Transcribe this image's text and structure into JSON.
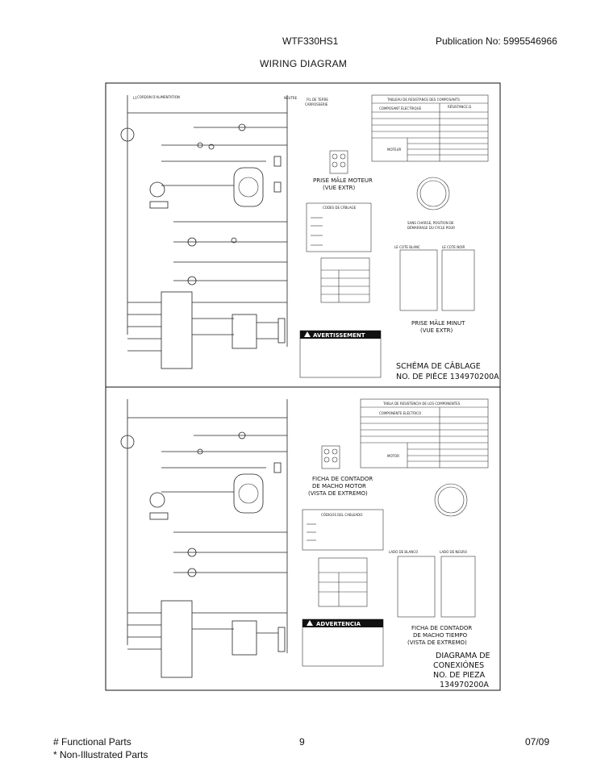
{
  "header": {
    "model": "WTF330HS1",
    "publication": "Publication No:  5995546966",
    "title": "WIRING DIAGRAM"
  },
  "top_diagram": {
    "caption_line1": "SCHÉMA DE CÂBLAGE",
    "caption_line2": "NO. DE PIÈCE  134970200A",
    "motor_plug_label1": "PRISE MÂLE MOTEUR",
    "motor_plug_label2": "(VUE EXTR)",
    "timer_plug_label1": "PRISE MÂLE MINUT",
    "timer_plug_label2": "(VUE EXTR)",
    "warning_title": "AVERTISSEMENT",
    "white_side": "LE COTE BLANC",
    "black_side": "LE COTE NOIR"
  },
  "bottom_diagram": {
    "caption_line1": "DIAGRAMA DE",
    "caption_line2": "CONEXIÓNES",
    "caption_line3": "NO. DE PIEZA",
    "caption_line4": "134970200A",
    "motor_plug_label1": "FICHA DE CONTADOR",
    "motor_plug_label2": "DE MACHO MOTOR",
    "motor_plug_label3": "(VISTA DE EXTREMO)",
    "timer_plug_label1": "FICHA DE CONTADOR",
    "timer_plug_label2": "DE MACHO TIEMPO",
    "timer_plug_label3": "(VISTA DE EXTREMO)",
    "warning_title": "ADVERTENCIA",
    "white_side": "LADO DE BLANCO",
    "black_side": "LADO DE NEGRO"
  },
  "footer": {
    "functional": "# Functional Parts",
    "non_illustrated": "* Non-Illustrated Parts",
    "page": "9",
    "date": "07/09"
  }
}
